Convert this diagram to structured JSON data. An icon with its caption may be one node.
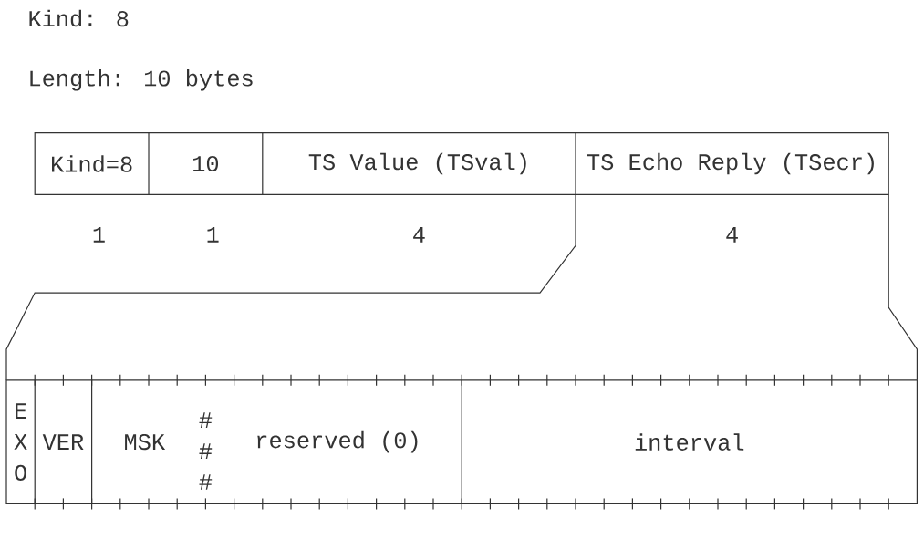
{
  "diagram": {
    "nodes": [
      {
        "text": [
          "Kind=8"
        ]
      },
      {
        "text": [
          "10"
        ]
      },
      {
        "text": [
          "TS Value (TSval)"
        ]
      },
      {
        "text": [
          "TS Echo Reply (TSecr)"
        ]
      },
      {
        "text": [
          "E X O"
        ]
      },
      {
        "text": [
          "VER"
        ]
      },
      {
        "text": [
          "MSK"
        ]
      },
      {
        "text": [
          "reserved (0)"
        ]
      },
      {
        "text": [
          "interval"
        ]
      }
    ],
    "edges": [],
    "labels": [
      "Kind: 8",
      "Length: 10 bytes",
      "1",
      "1",
      "4",
      "4",
      "#",
      "#",
      "#"
    ]
  }
}
